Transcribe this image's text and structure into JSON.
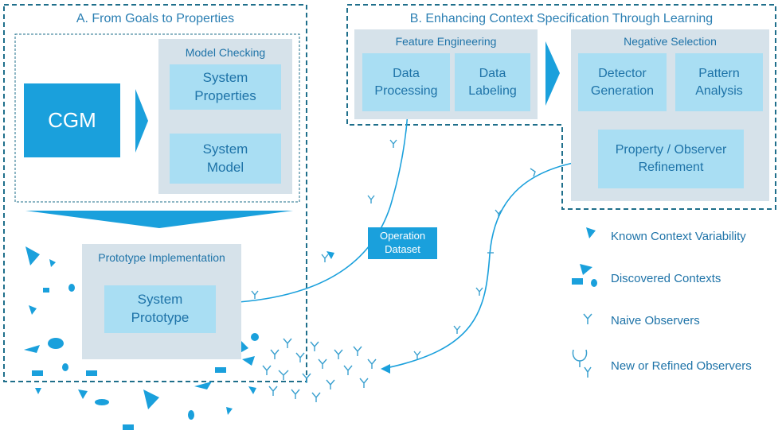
{
  "section_a": {
    "title": "A. From Goals to Properties",
    "cgm": "CGM",
    "model_checking": {
      "title": "Model Checking",
      "items": [
        "System\nProperties",
        "System\nModel"
      ]
    },
    "prototype": {
      "title": "Prototype Implementation",
      "system": "System\nPrototype"
    }
  },
  "section_b": {
    "title": "B. Enhancing Context Specification Through Learning",
    "feature_engineering": {
      "title": "Feature Engineering",
      "items": [
        "Data\nProcessing",
        "Data\nLabeling"
      ]
    },
    "negative_selection": {
      "title": "Negative Selection",
      "items": [
        "Detector\nGeneration",
        "Pattern\nAnalysis"
      ],
      "refinement": "Property / Observer\nRefinement"
    }
  },
  "operation_dataset": "Operation\nDataset",
  "legend": [
    {
      "label": "Known Context Variability",
      "icon": "triangle-icon"
    },
    {
      "label": "Discovered Contexts",
      "icon": "shapes-icon"
    },
    {
      "label": "Naive Observers",
      "icon": "y-observer-icon"
    },
    {
      "label": "New or Refined Observers",
      "icon": "refined-observer-icon"
    }
  ],
  "colors": {
    "primary": "#1aa0dc",
    "light": "#a9def3",
    "grey": "#d6e2ea",
    "text": "#1e73a8",
    "dashed": "#1f6f8b"
  }
}
